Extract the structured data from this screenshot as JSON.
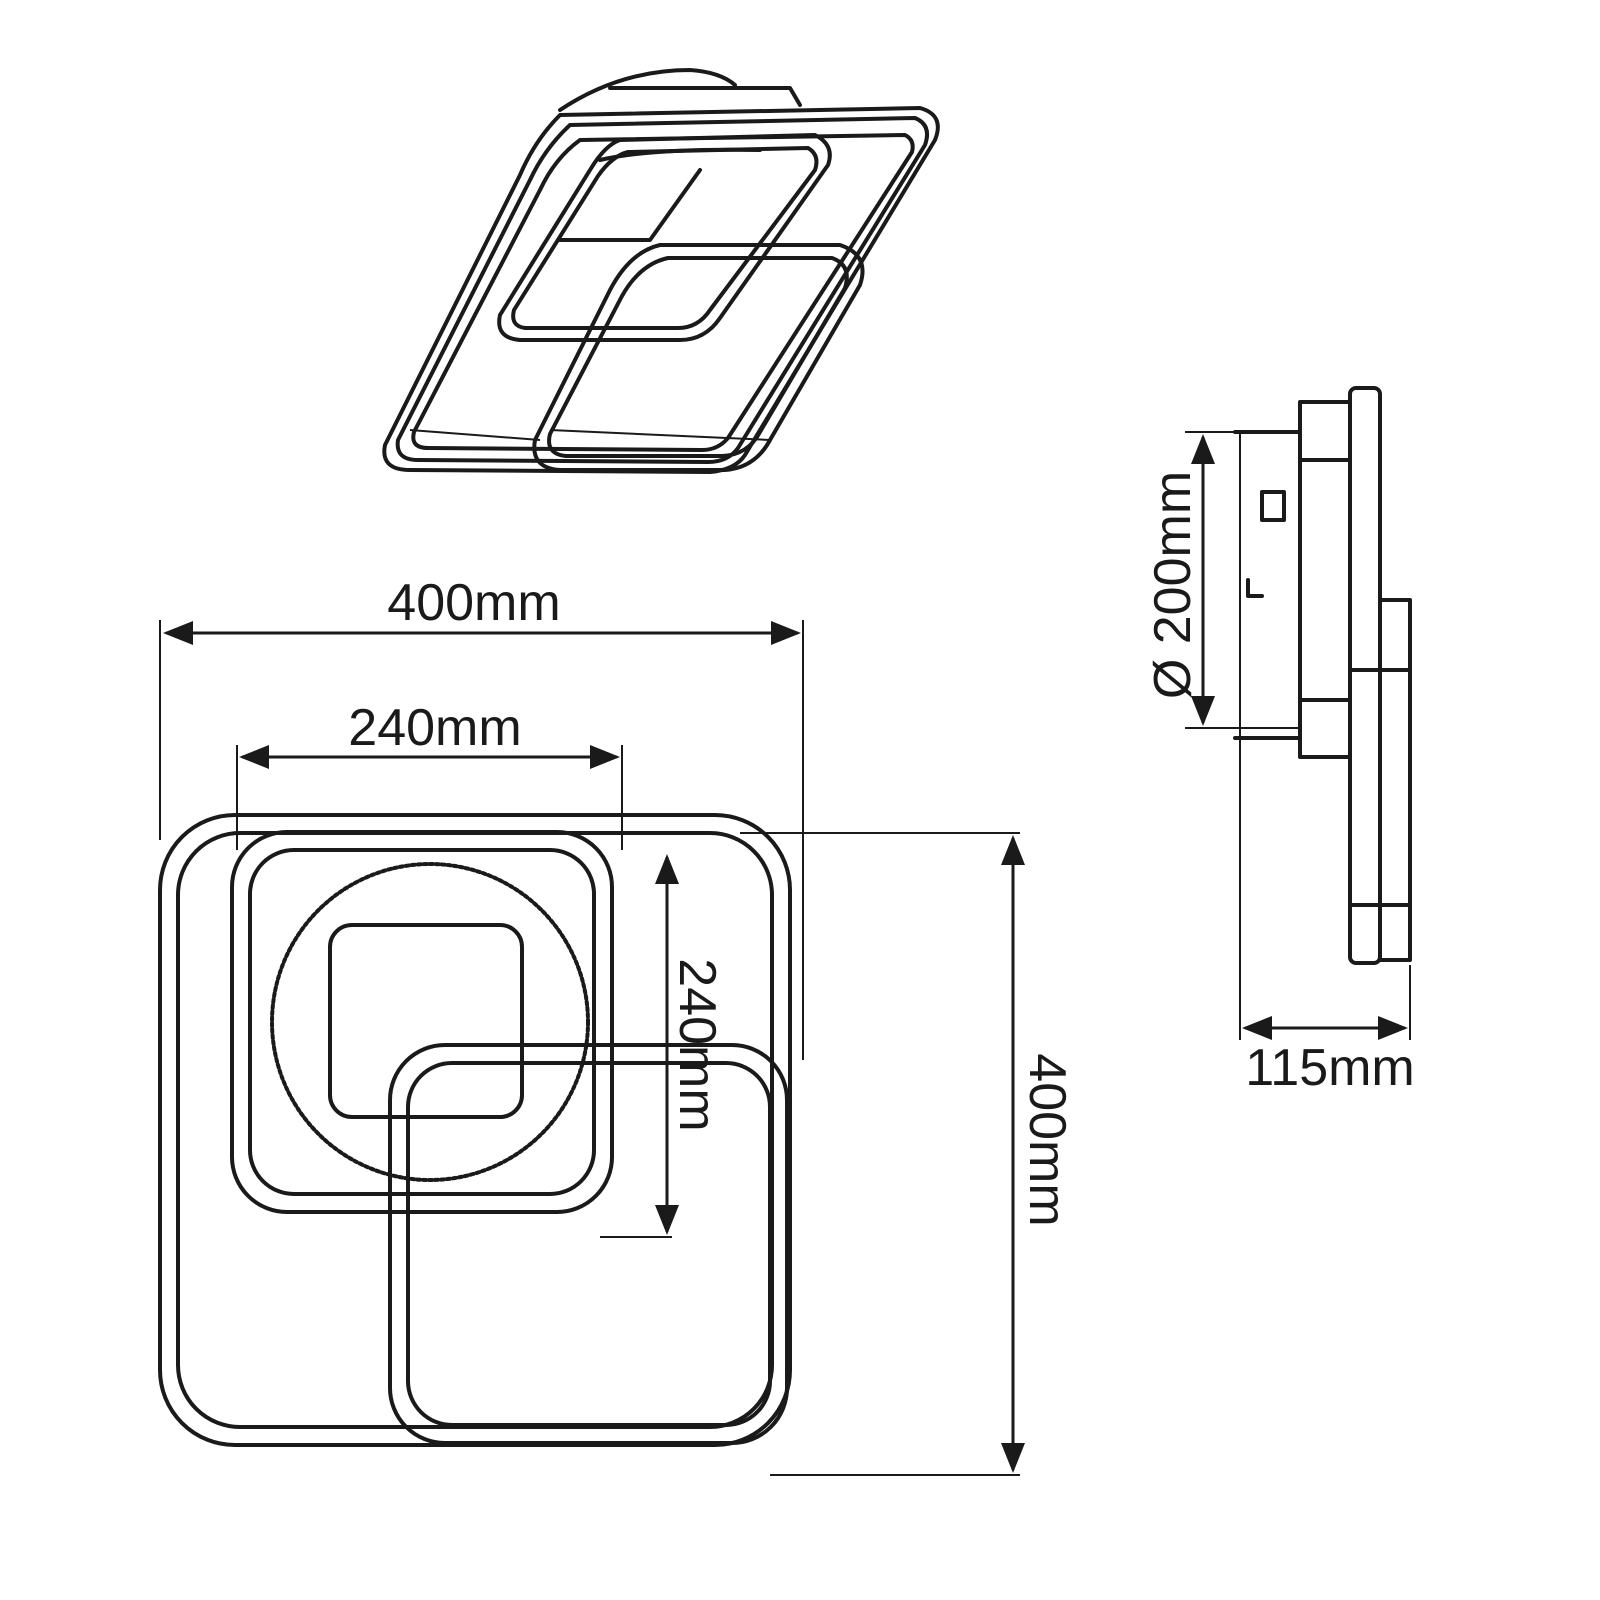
{
  "dimensions": {
    "overall_width": "400mm",
    "inner_width": "240mm",
    "inner_height": "240mm",
    "overall_height": "400mm",
    "canopy_diameter": "Ø 200mm",
    "depth": "115mm"
  }
}
